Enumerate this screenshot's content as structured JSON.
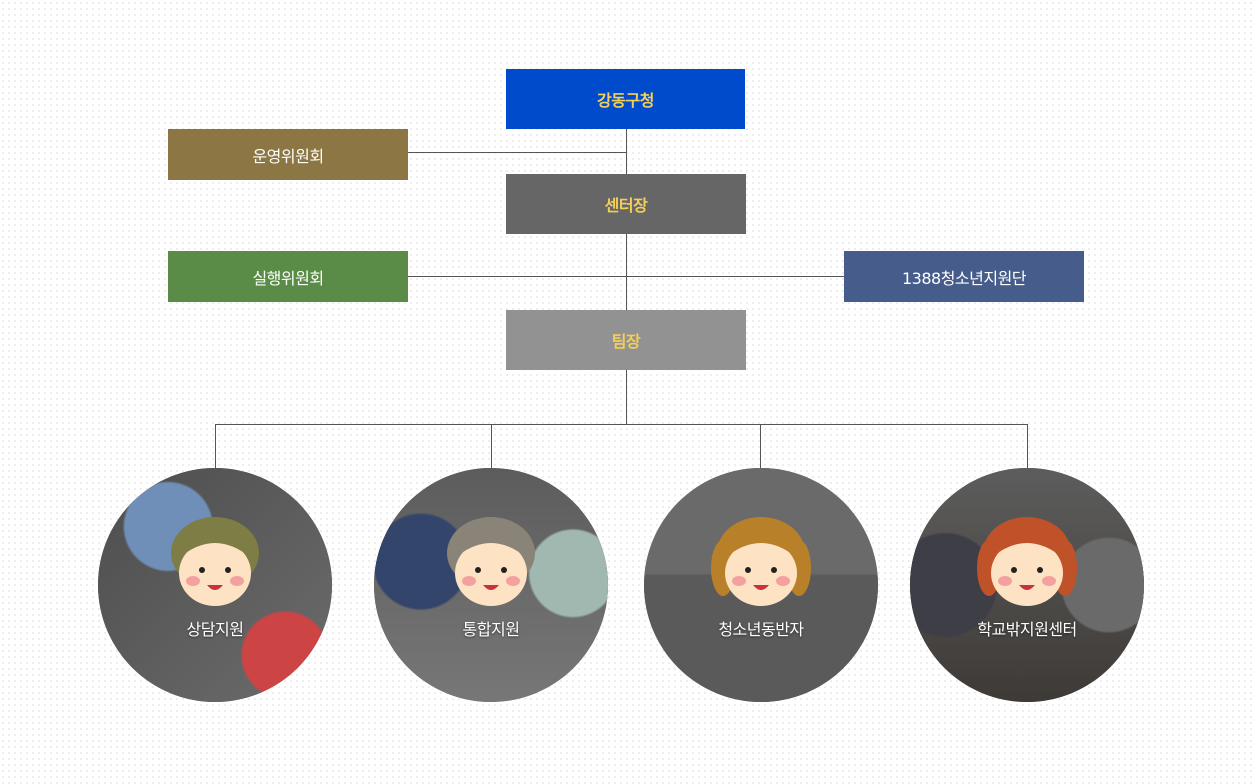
{
  "nodes": {
    "district_office": "강동구청",
    "steering_committee": "운영위원회",
    "center_director": "센터장",
    "executive_committee": "실행위원회",
    "youth_support_team": "1388청소년지원단",
    "team_leader": "팀장"
  },
  "departments": [
    {
      "label": "상담지원",
      "hair": "#7d7d45"
    },
    {
      "label": "통합지원",
      "hair": "#8a8478"
    },
    {
      "label": "청소년동반자",
      "hair": "#b9802a"
    },
    {
      "label": "학교밖지원센터",
      "hair": "#c0522a"
    }
  ],
  "colors": {
    "district_office": "#004bcc",
    "steering_committee": "#8b7644",
    "center_director": "#666666",
    "executive_committee": "#5a8b47",
    "youth_support_team": "#465d8c",
    "team_leader": "#929292"
  }
}
